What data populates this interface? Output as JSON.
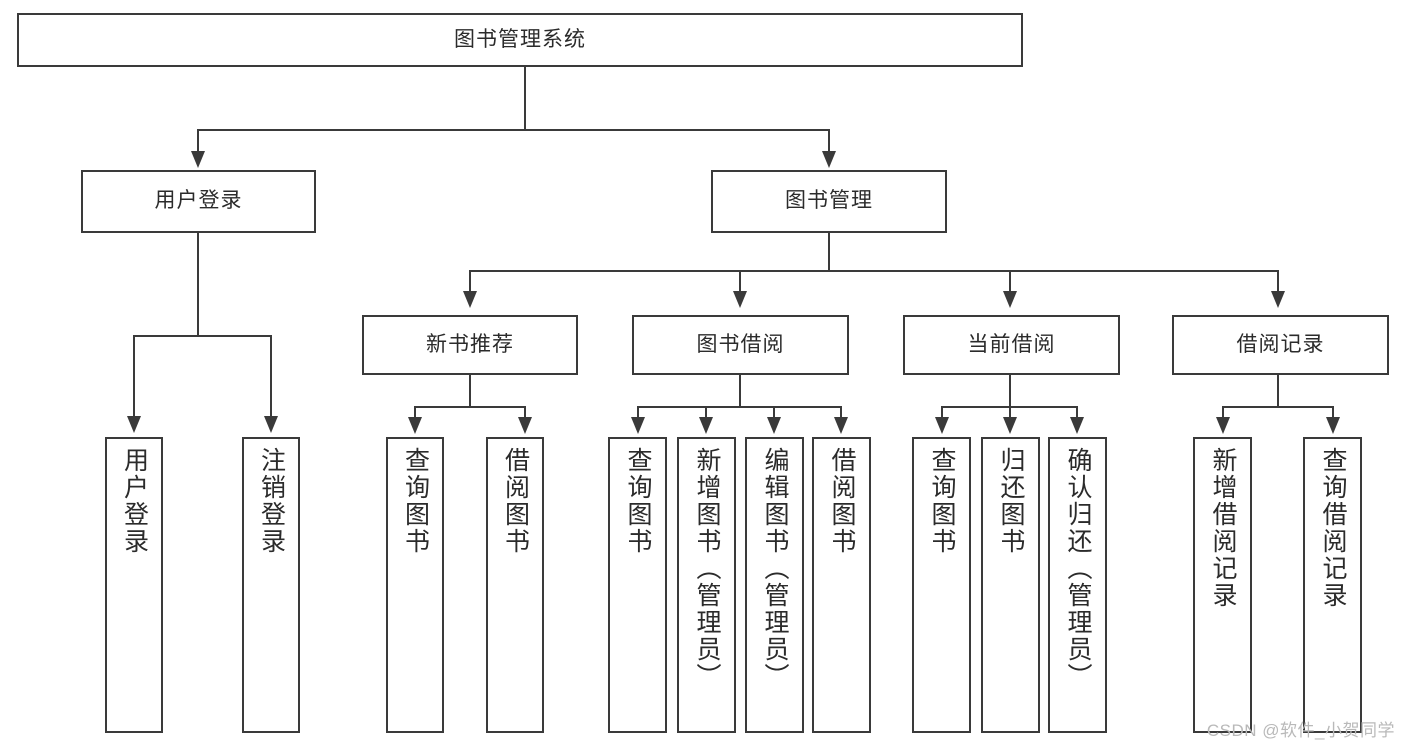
{
  "diagram": {
    "title": "图书管理系统",
    "type": "tree-hierarchy",
    "watermark": "CSDN @软件_小贺同学",
    "colors": {
      "stroke": "#3a3a3a",
      "fill": "#ffffff",
      "text": "#2b2b2b",
      "watermark": "#b9b9b9"
    }
  },
  "nodes": {
    "root": {
      "label": "图书管理系统"
    },
    "level2": [
      {
        "id": "user-login",
        "label": "用户登录"
      },
      {
        "id": "book-manage",
        "label": "图书管理"
      }
    ],
    "level3": [
      {
        "id": "new-book-recommend",
        "label": "新书推荐"
      },
      {
        "id": "book-borrow",
        "label": "图书借阅"
      },
      {
        "id": "current-borrow",
        "label": "当前借阅"
      },
      {
        "id": "borrow-record",
        "label": "借阅记录"
      }
    ],
    "leaves": {
      "user-login": [
        {
          "id": "leaf-user-login",
          "label": "用户登录"
        },
        {
          "id": "leaf-logout",
          "label": "注销登录"
        }
      ],
      "new-book-recommend": [
        {
          "id": "leaf-query-book-1",
          "label": "查询图书"
        },
        {
          "id": "leaf-borrow-book-1",
          "label": "借阅图书"
        }
      ],
      "book-borrow": [
        {
          "id": "leaf-query-book-2",
          "label": "查询图书"
        },
        {
          "id": "leaf-add-book",
          "label": "新增图书（管理员）"
        },
        {
          "id": "leaf-edit-book",
          "label": "编辑图书（管理员）"
        },
        {
          "id": "leaf-borrow-book-2",
          "label": "借阅图书"
        }
      ],
      "current-borrow": [
        {
          "id": "leaf-query-book-3",
          "label": "查询图书"
        },
        {
          "id": "leaf-return-book",
          "label": "归还图书"
        },
        {
          "id": "leaf-confirm-return",
          "label": "确认归还（管理员）"
        }
      ],
      "borrow-record": [
        {
          "id": "leaf-add-record",
          "label": "新增借阅记录"
        },
        {
          "id": "leaf-query-record",
          "label": "查询借阅记录"
        }
      ]
    }
  }
}
